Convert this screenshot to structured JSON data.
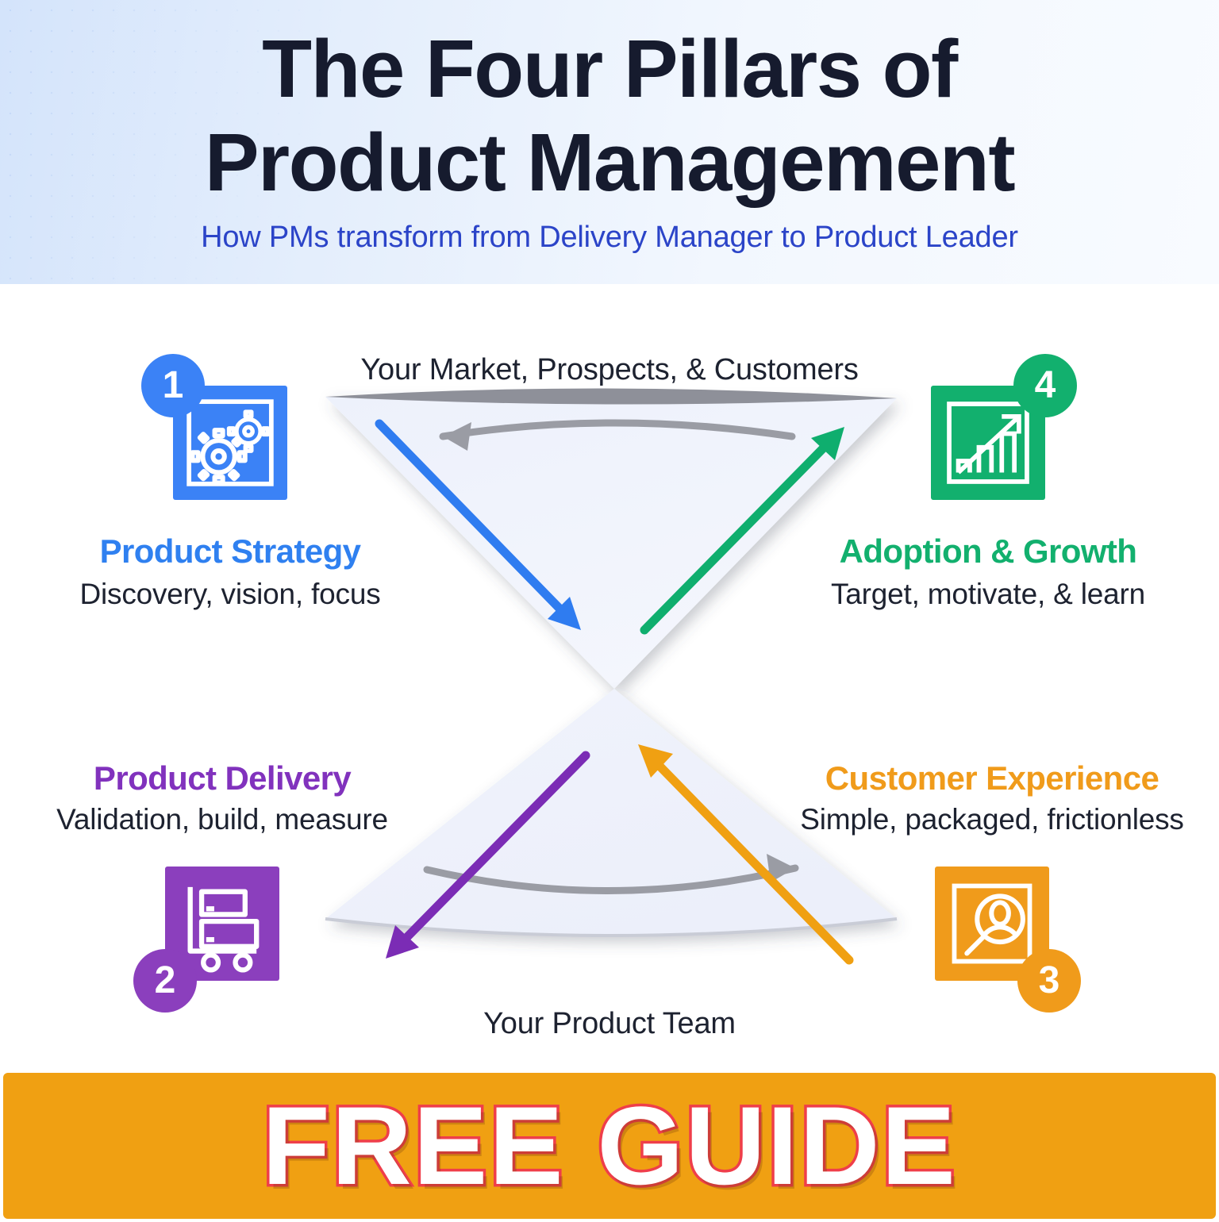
{
  "header": {
    "title": "The Four Pillars of\nProduct Management",
    "subtitle": "How PMs transform from Delivery Manager to Product Leader"
  },
  "diagram": {
    "top_label": "Your Market, Prospects, & Customers",
    "bottom_label": "Your Product Team",
    "shape": "hourglass",
    "funnel_fill": "#eef2fb",
    "top_rim_color": "#8e9099",
    "loop_arrow_color": "#9a9ca4",
    "top_loop_direction": "right-to-left",
    "bottom_loop_direction": "left-to-right"
  },
  "pillars": [
    {
      "number": "1",
      "title": "Product Strategy",
      "subtitle": "Discovery, vision, focus",
      "color": "#2f80f0",
      "icon": "gears-icon",
      "badge_position": "top-left",
      "arrow": {
        "color": "#2f7cf0",
        "direction": "down-right",
        "label": "strategy-arrow"
      }
    },
    {
      "number": "2",
      "title": "Product Delivery",
      "subtitle": "Validation, build, measure",
      "color": "#8132bd",
      "icon": "delivery-cart-icon",
      "badge_position": "bottom-left",
      "arrow": {
        "color": "#7b2cb5",
        "direction": "down-left",
        "label": "delivery-arrow"
      }
    },
    {
      "number": "3",
      "title": "Customer Experience",
      "subtitle": "Simple, packaged, frictionless",
      "color": "#f09b1b",
      "icon": "customer-search-icon",
      "badge_position": "bottom-right",
      "arrow": {
        "color": "#f0a012",
        "direction": "up-left",
        "label": "experience-arrow"
      }
    },
    {
      "number": "4",
      "title": "Adoption & Growth",
      "subtitle": "Target, motivate, & learn",
      "color": "#12b06e",
      "icon": "growth-chart-icon",
      "badge_position": "top-right",
      "arrow": {
        "color": "#0fae6e",
        "direction": "up-right",
        "label": "growth-arrow"
      }
    }
  ],
  "banner": {
    "text": "FREE GUIDE",
    "background": "#f0a012",
    "text_color": "#ffffff",
    "outline_color": "#ef3e4a"
  }
}
